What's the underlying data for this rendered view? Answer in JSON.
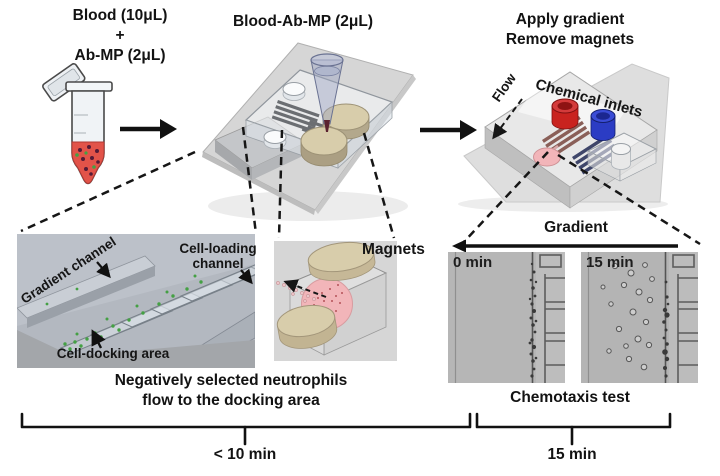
{
  "captions": {
    "sample_line1": "Blood (10μL)",
    "sample_line2": "+",
    "sample_line3": "Ab-MP (2μL)",
    "load_title": "Blood-Ab-MP (2μL)",
    "apply_line1": "Apply gradient",
    "apply_line2": "Remove magnets"
  },
  "right_chip": {
    "chemical_inlets": "Chemical inlets",
    "flow": "Flow"
  },
  "inset_channels": {
    "gradient_channel": "Gradient channel",
    "cell_loading_line1": "Cell-loading",
    "cell_loading_line2": "channel",
    "cell_docking": "Cell-docking area"
  },
  "inset_magnets": {
    "title": "Magnets"
  },
  "chemotaxis": {
    "gradient": "Gradient",
    "t0": "0 min",
    "t15": "15 min",
    "caption": "Chemotaxis test"
  },
  "notes": {
    "selection_line1": "Negatively selected neutrophils",
    "selection_line2": "flow to the docking area"
  },
  "timeline": {
    "left_label": "< 10 min",
    "right_label": "15 min"
  },
  "colors": {
    "blood_red": "#e25349",
    "red_inlet": "#c9231f",
    "blue_inlet": "#2b3cc4",
    "pink_chamber": "#f2b5b9",
    "magnet_tan": "#d8cdab",
    "cell_green": "#44a044",
    "dash_black": "#161616"
  }
}
